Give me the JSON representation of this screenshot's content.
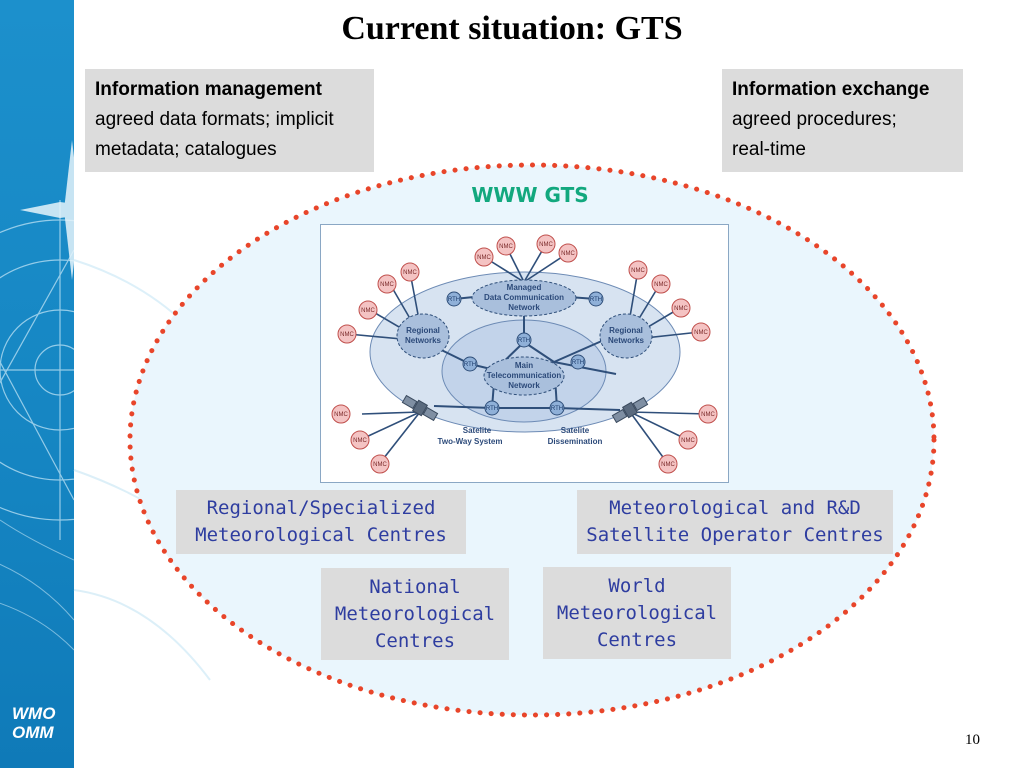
{
  "title": "Current situation: GTS",
  "info_management": {
    "heading": "Information management",
    "line1": "agreed data formats; implicit",
    "line2": "metadata; catalogues"
  },
  "info_exchange": {
    "heading": "Information exchange",
    "line1": "agreed procedures;",
    "line2": "real-time"
  },
  "gts_label": "WWW GTS",
  "network": {
    "managed_network": [
      "Managed",
      "Data Communication",
      "Network"
    ],
    "main_network": [
      "Main",
      "Telecommunication",
      "Network"
    ],
    "regional_networks": [
      "Regional",
      "Networks"
    ],
    "sat_two_way": [
      "Satelite",
      "Two-Way System"
    ],
    "sat_dissemination": [
      "Satelite",
      "Dissemination"
    ],
    "nmc_label": "NMC",
    "rth_label": "RTH"
  },
  "centres": {
    "regional": {
      "line1": "Regional/Specialized",
      "line2": "Meteorological Centres"
    },
    "satellite": {
      "line1": "Meteorological and R&D",
      "line2": "Satellite Operator Centres"
    },
    "national": {
      "line1": "National",
      "line2": "Meteorological",
      "line3": "Centres"
    },
    "world": {
      "line1": "World",
      "line2": "Meteorological",
      "line3": "Centres"
    }
  },
  "logo": {
    "line1": "WMO",
    "line2": "OMM"
  },
  "page_number": "10",
  "colors": {
    "sidebar": "#1c90cc",
    "dotted_ring": "#e8452a",
    "gts_label": "#12a87e",
    "centre_text": "#2e3da0",
    "box_fill": "#dcdcdc"
  }
}
